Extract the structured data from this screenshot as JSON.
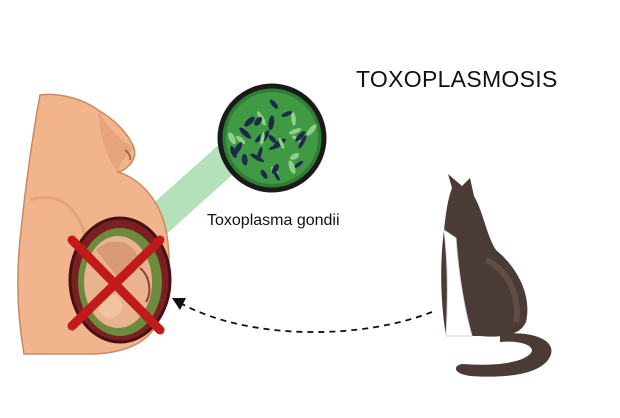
{
  "title": "TOXOPLASMOSIS",
  "parasite_label": "Toxoplasma gondii",
  "colors": {
    "skin": "#f2b48c",
    "skin_shadow": "#dd9a72",
    "cat": "#4a3b36",
    "cat_light": "#6e5a52",
    "cat_white": "#ffffff",
    "microscope_rim": "#1f1f1f",
    "microscope_bg": "#3c8a3c",
    "parasite_dark": "#1e2a4a",
    "beam": "#9fd9a8",
    "cross": "#c21a1a",
    "arrow": "#111111"
  },
  "icons": [
    "pregnant-woman-figure",
    "fetus-figure",
    "cross-mark",
    "microscope-view",
    "cat-figure",
    "transmission-arrow"
  ]
}
